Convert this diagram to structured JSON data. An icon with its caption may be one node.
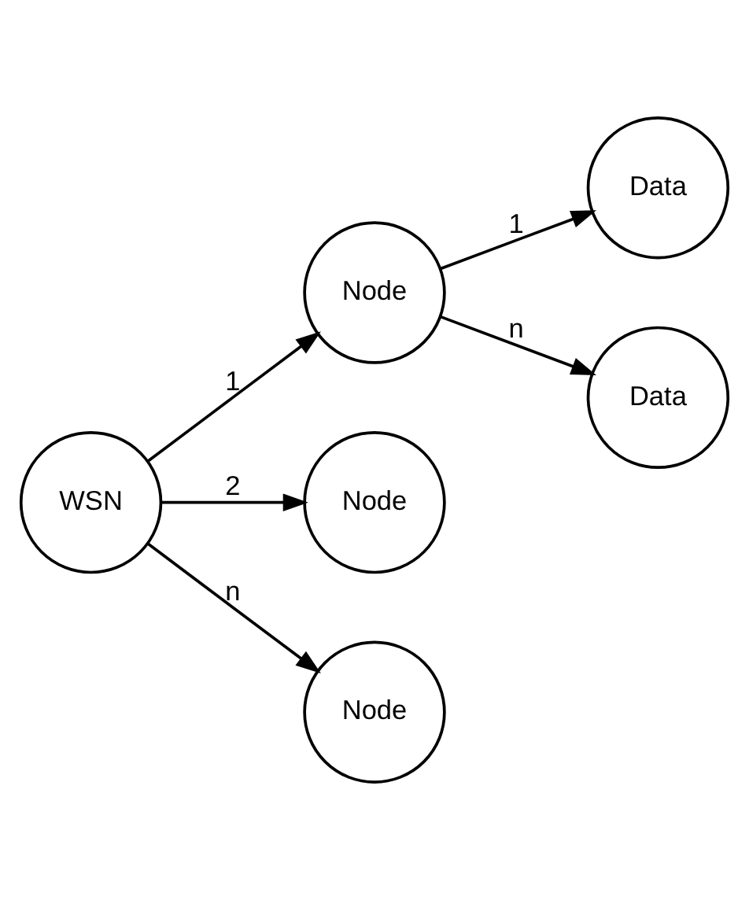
{
  "diagram": {
    "nodes": [
      {
        "text": [
          "WSN"
        ]
      },
      {
        "text": [
          "Node"
        ]
      },
      {
        "text": [
          "Data"
        ]
      },
      {
        "text": [
          "Data"
        ]
      },
      {
        "text": [
          "Node"
        ]
      },
      {
        "text": [
          "Node"
        ]
      }
    ],
    "edges": [
      {
        "from": 0,
        "to": 1,
        "arrow": "to",
        "label": "1"
      },
      {
        "from": 1,
        "to": 2,
        "arrow": "to",
        "label": "1"
      },
      {
        "from": 1,
        "to": 3,
        "arrow": "to",
        "label": "n"
      },
      {
        "from": 0,
        "to": 4,
        "arrow": "to",
        "label": "2"
      },
      {
        "from": 0,
        "to": 5,
        "arrow": "to",
        "label": "n"
      }
    ]
  }
}
